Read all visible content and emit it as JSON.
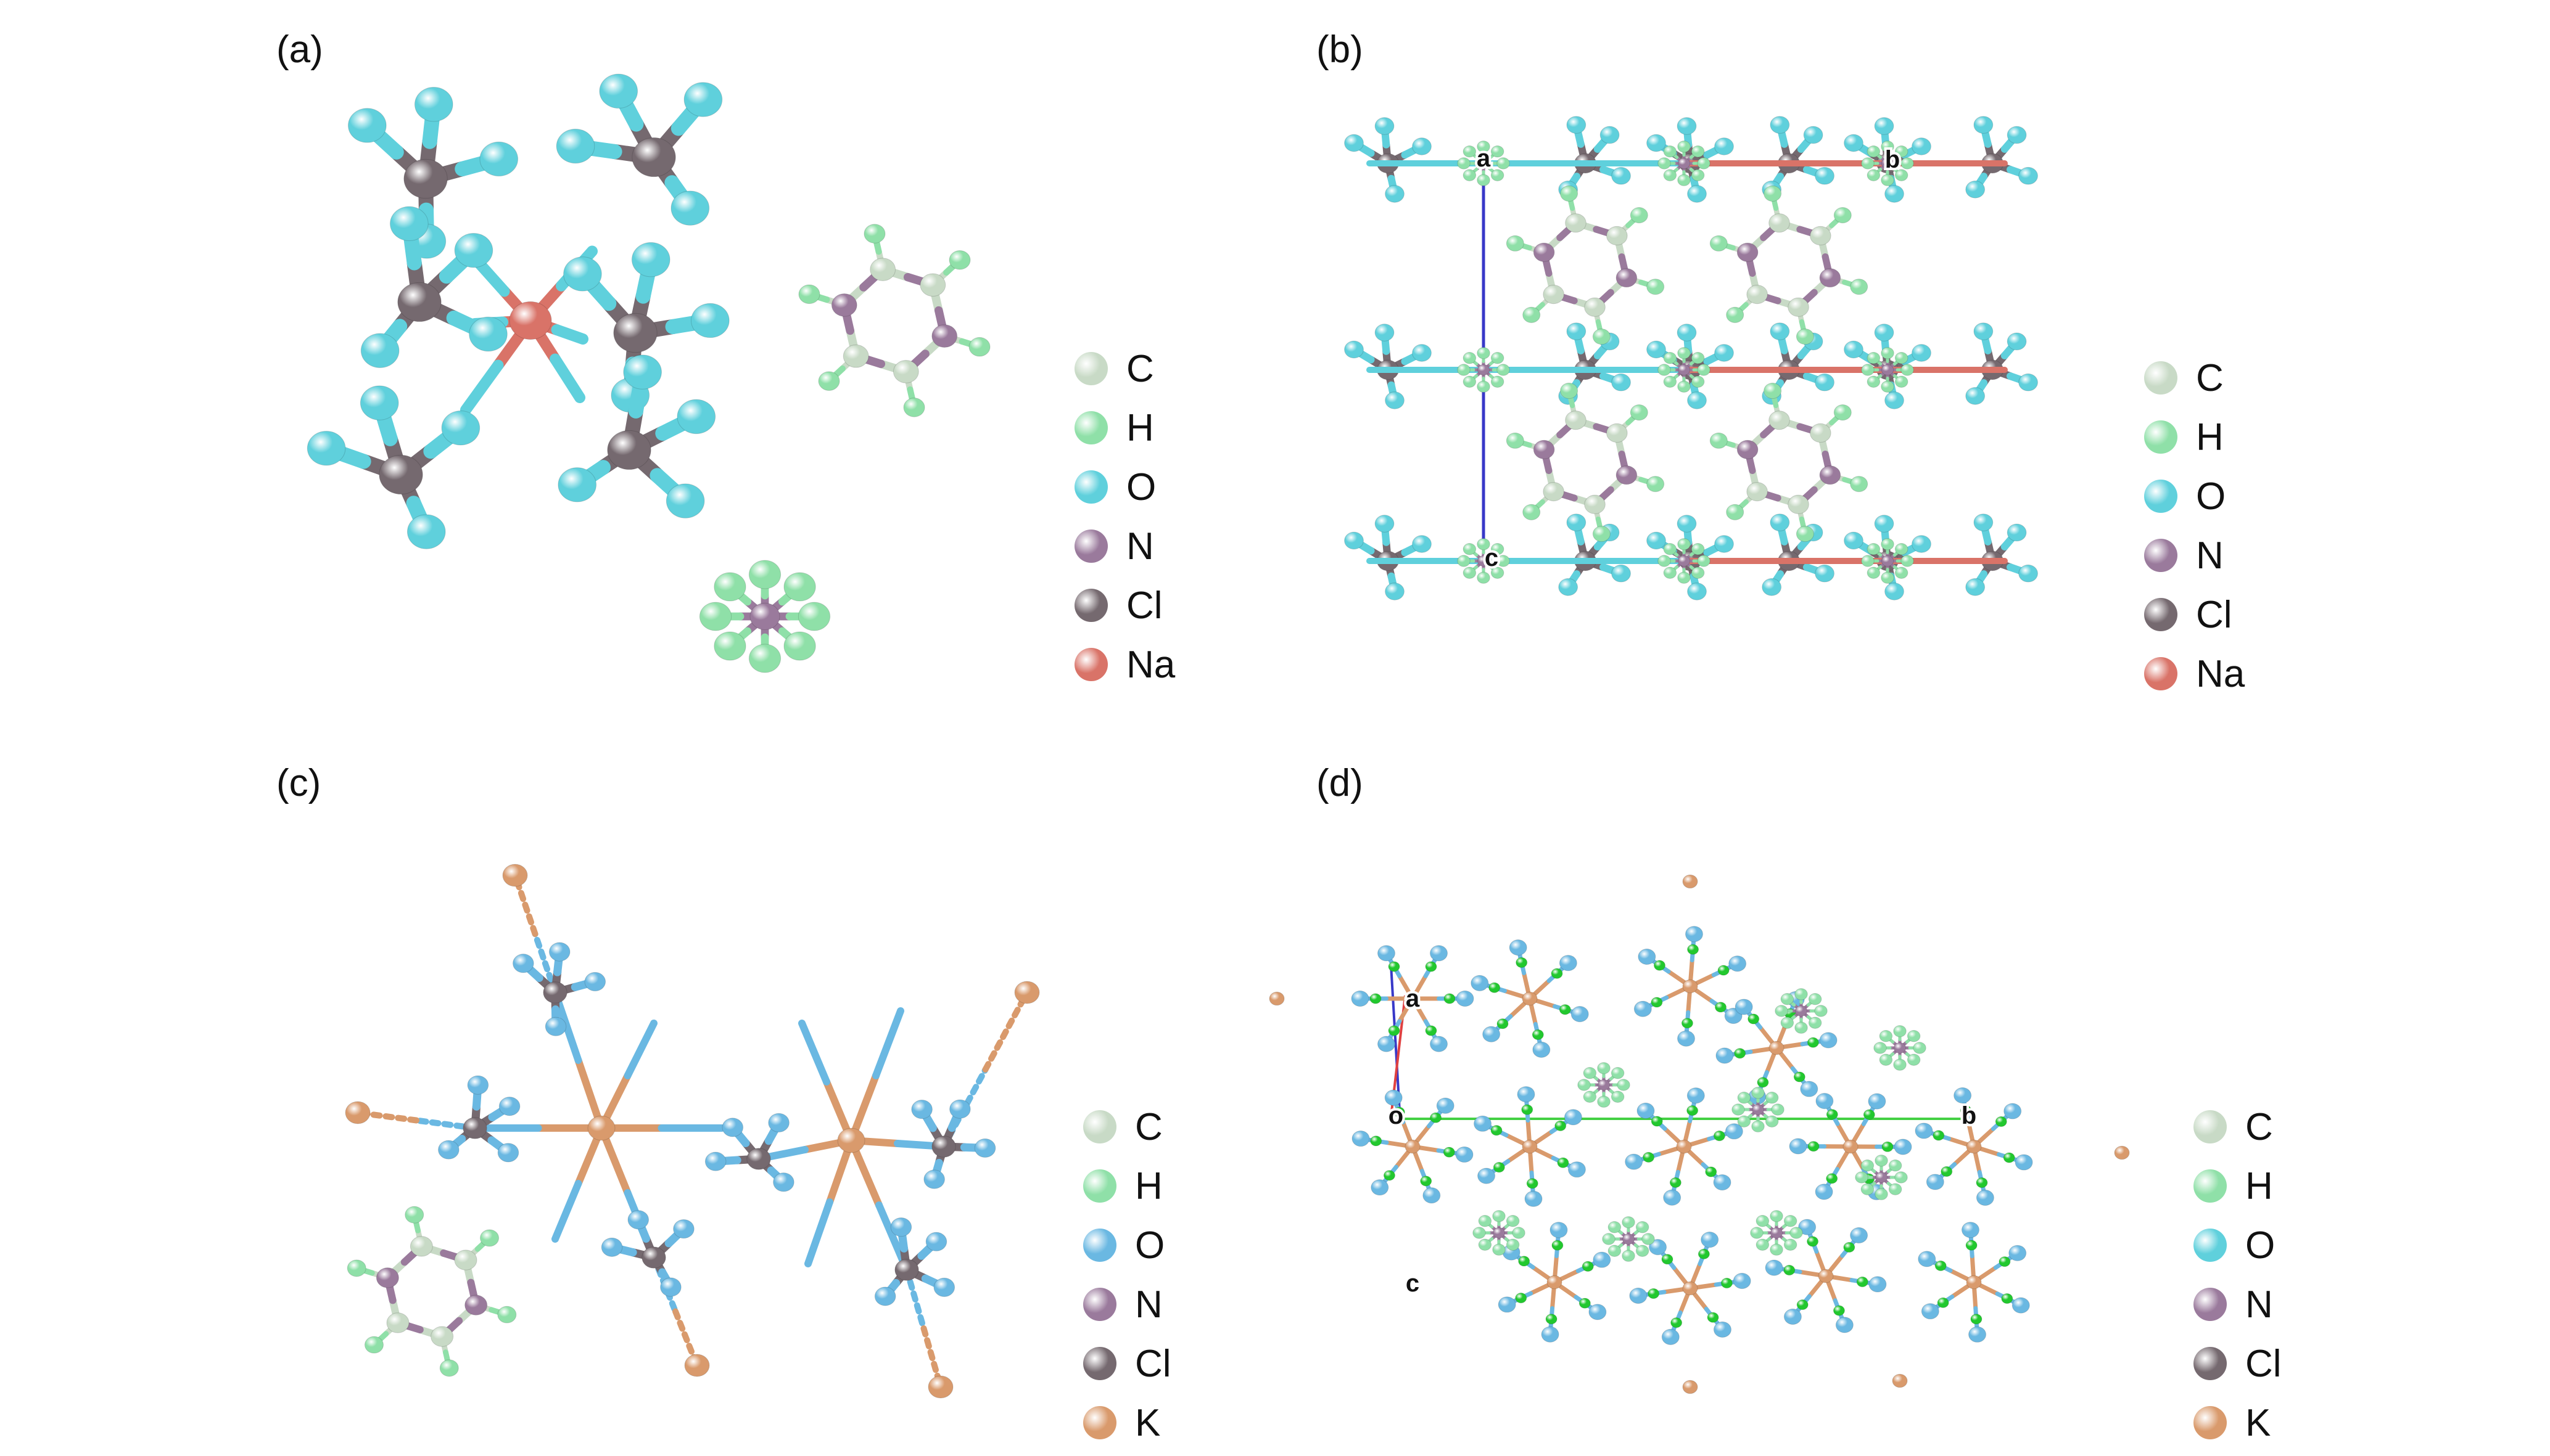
{
  "colors": {
    "C": "#c8dac6",
    "H": "#8fe0a8",
    "O": "#5fd0dc",
    "N": "#9a7a9c",
    "Cl": "#75696f",
    "Na": "#d97368",
    "K": "#d99a6c",
    "O_c": "#6ab8e2",
    "N_bright": "#22c82e",
    "axis_a": "#e04040",
    "axis_b": "#44d044",
    "axis_c": "#3838c8"
  },
  "panels": [
    {
      "id": "a",
      "label": "(a)",
      "legend": [
        {
          "symbol": "C",
          "color_key": "C"
        },
        {
          "symbol": "H",
          "color_key": "H"
        },
        {
          "symbol": "O",
          "color_key": "O"
        },
        {
          "symbol": "N",
          "color_key": "N"
        },
        {
          "symbol": "Cl",
          "color_key": "Cl"
        },
        {
          "symbol": "Na",
          "color_key": "Na"
        }
      ]
    },
    {
      "id": "b",
      "label": "(b)",
      "axes": {
        "a": "a",
        "b": "b",
        "c": "c"
      },
      "legend": [
        {
          "symbol": "C",
          "color_key": "C"
        },
        {
          "symbol": "H",
          "color_key": "H"
        },
        {
          "symbol": "O",
          "color_key": "O"
        },
        {
          "symbol": "N",
          "color_key": "N"
        },
        {
          "symbol": "Cl",
          "color_key": "Cl"
        },
        {
          "symbol": "Na",
          "color_key": "Na"
        }
      ]
    },
    {
      "id": "c",
      "label": "(c)",
      "legend": [
        {
          "symbol": "C",
          "color_key": "C"
        },
        {
          "symbol": "H",
          "color_key": "H"
        },
        {
          "symbol": "O",
          "color_key": "O_c"
        },
        {
          "symbol": "N",
          "color_key": "N"
        },
        {
          "symbol": "Cl",
          "color_key": "Cl"
        },
        {
          "symbol": "K",
          "color_key": "K"
        }
      ]
    },
    {
      "id": "d",
      "label": "(d)",
      "axes": {
        "a": "a",
        "b": "b",
        "c": "c",
        "o": "o"
      },
      "legend": [
        {
          "symbol": "C",
          "color_key": "C"
        },
        {
          "symbol": "H",
          "color_key": "H"
        },
        {
          "symbol": "O",
          "color_key": "O"
        },
        {
          "symbol": "N",
          "color_key": "N"
        },
        {
          "symbol": "Cl",
          "color_key": "Cl"
        },
        {
          "symbol": "K",
          "color_key": "K"
        }
      ]
    }
  ]
}
